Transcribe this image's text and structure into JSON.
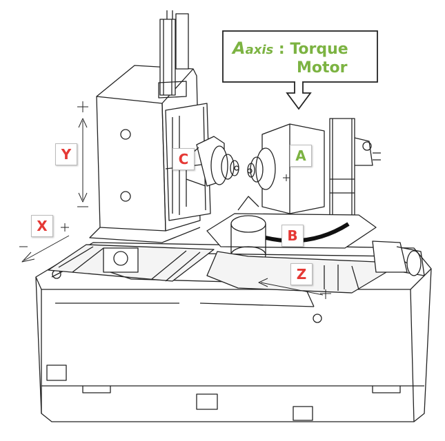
{
  "callout": {
    "line1_prefix": "A",
    "line1_sub": "axis",
    "line1_rest": ": Torque",
    "line2": "Motor",
    "color": "#7cb342"
  },
  "axes": {
    "x": "X",
    "y": "Y",
    "z": "Z",
    "a": "A",
    "b": "B",
    "c": "C"
  },
  "colors": {
    "red_label": "#e53935",
    "green_label": "#7cb342",
    "line": "#222222"
  }
}
